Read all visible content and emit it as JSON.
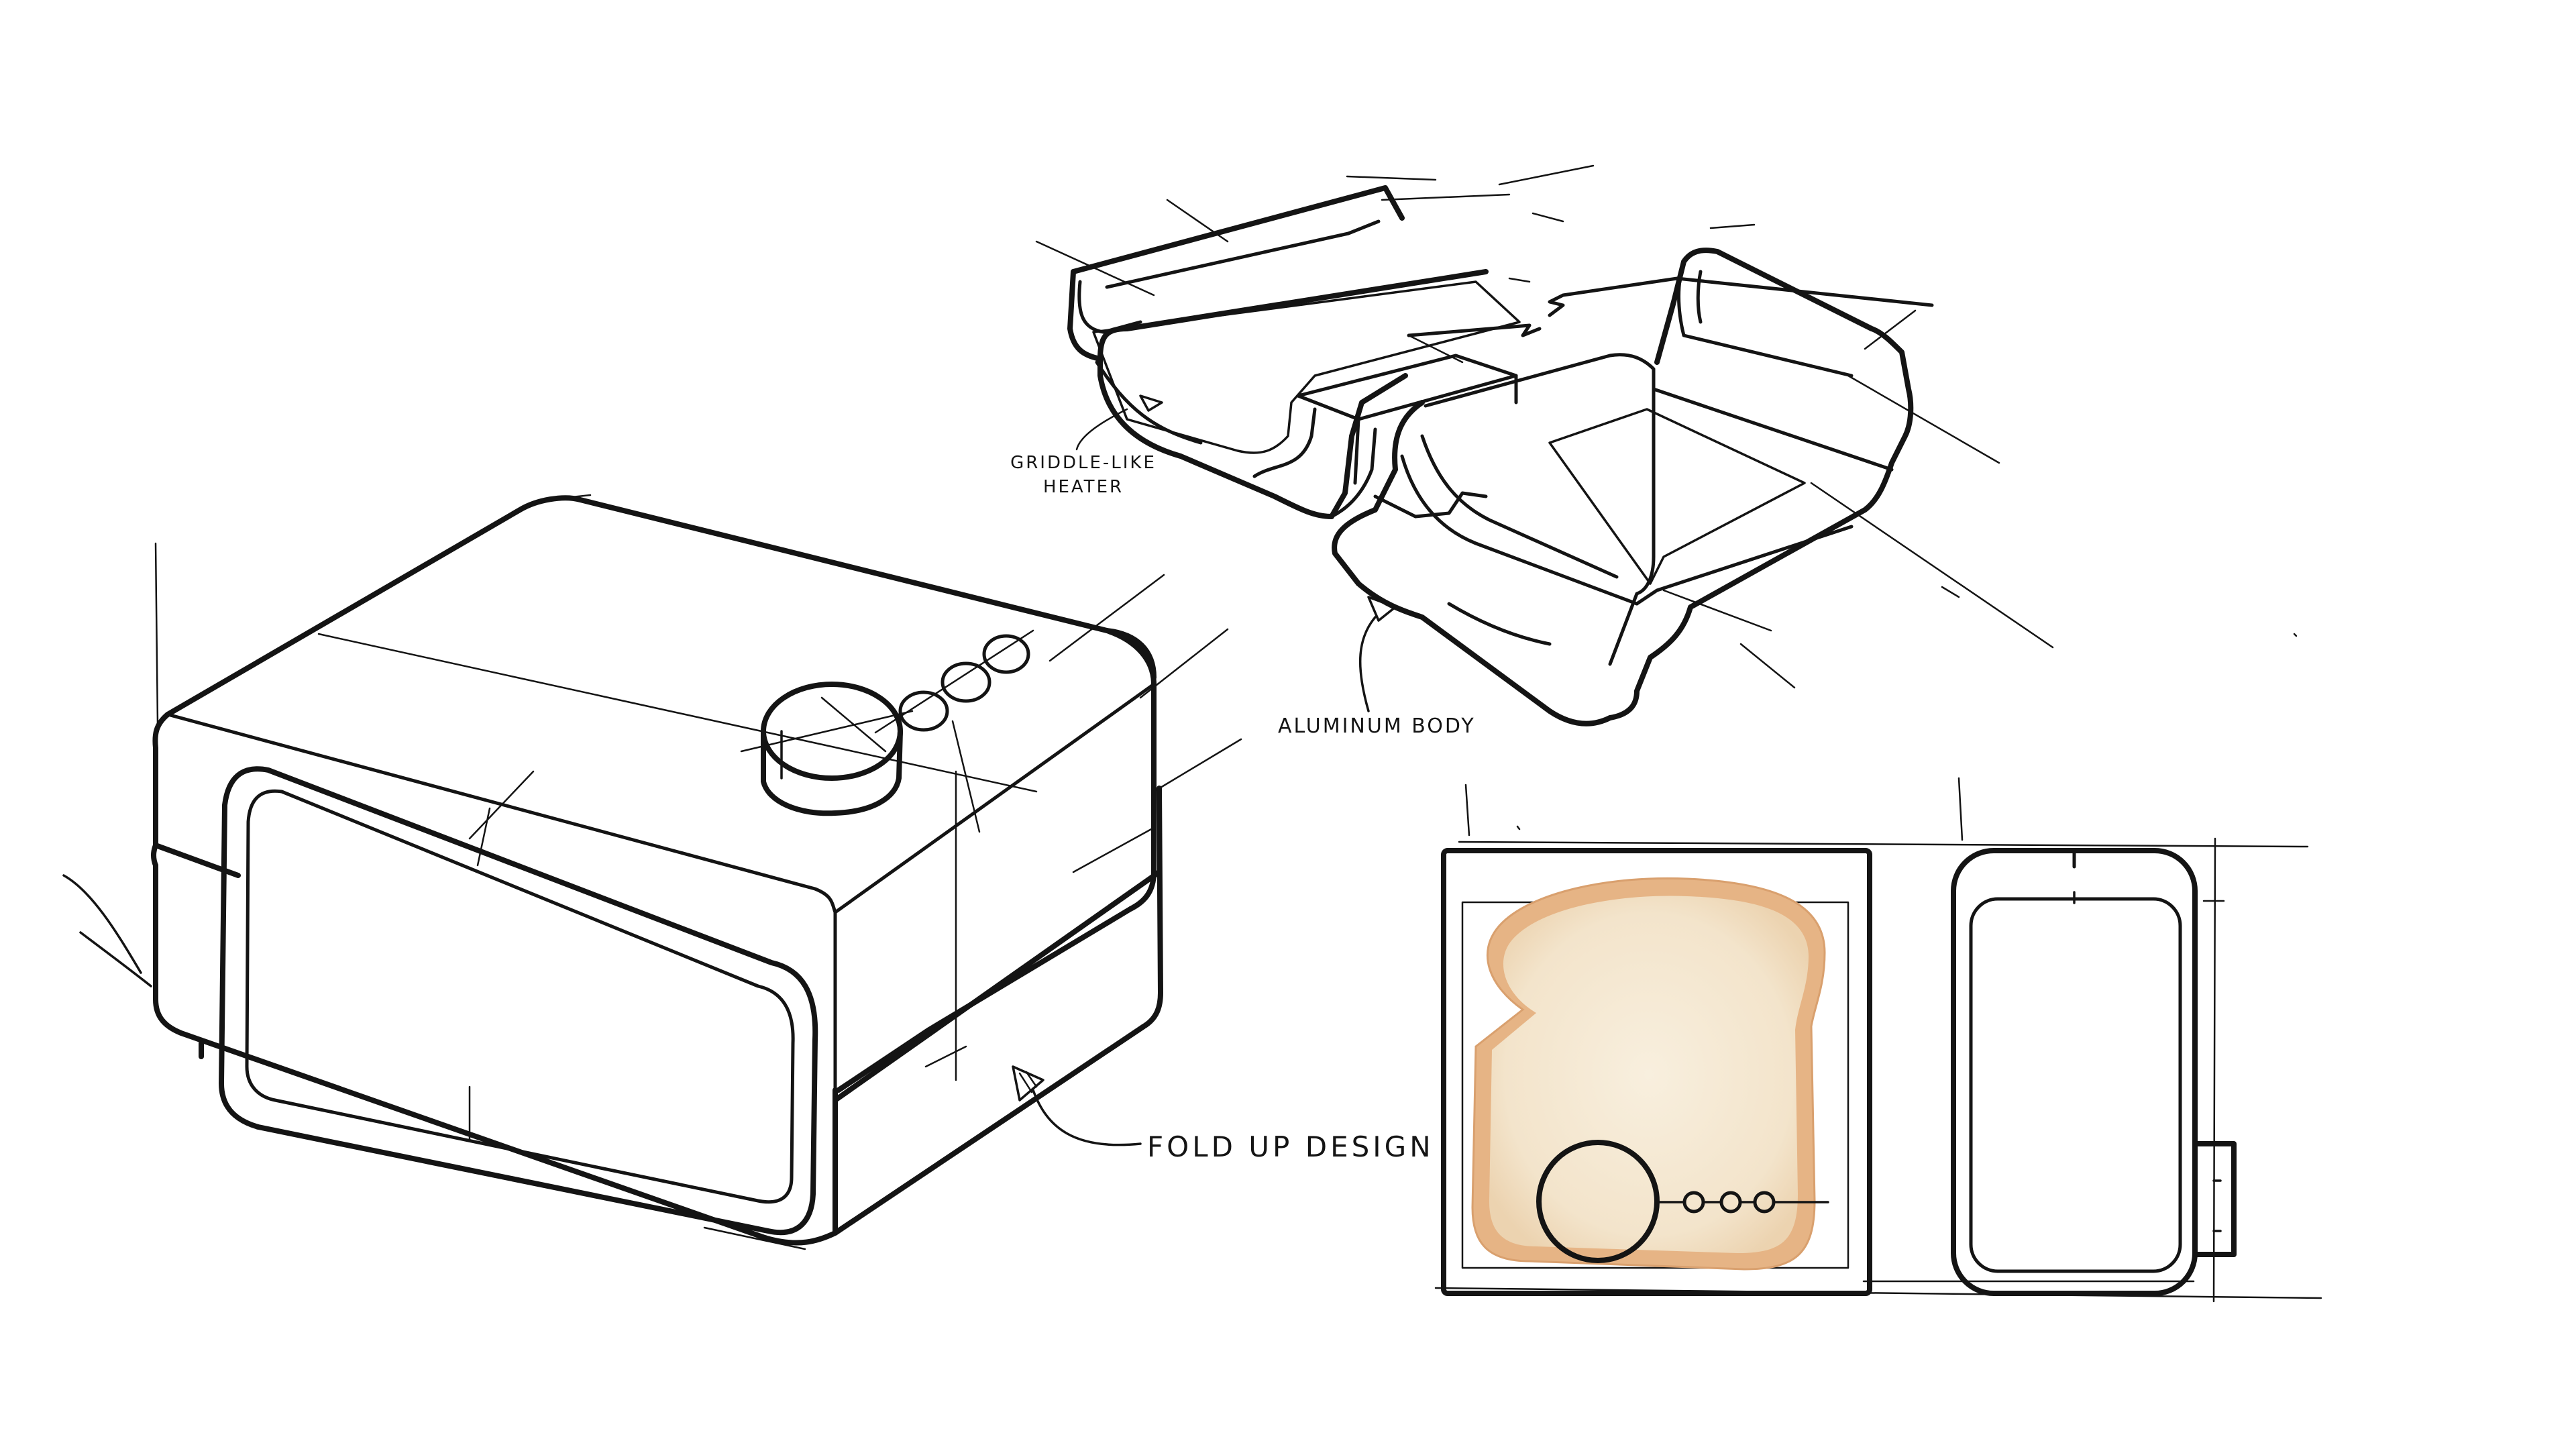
{
  "annotations": {
    "griddle_heater": "GRIDDLE-LIKE HEATER",
    "aluminum_body": "ALUMINUM BODY",
    "fold_up_design": "FOLD UP DESIGN"
  },
  "colors": {
    "ink": "#141414",
    "paper": "#ffffff",
    "bread_crust": "#e7b98f",
    "bread_crumb": "#f6ebd8"
  }
}
